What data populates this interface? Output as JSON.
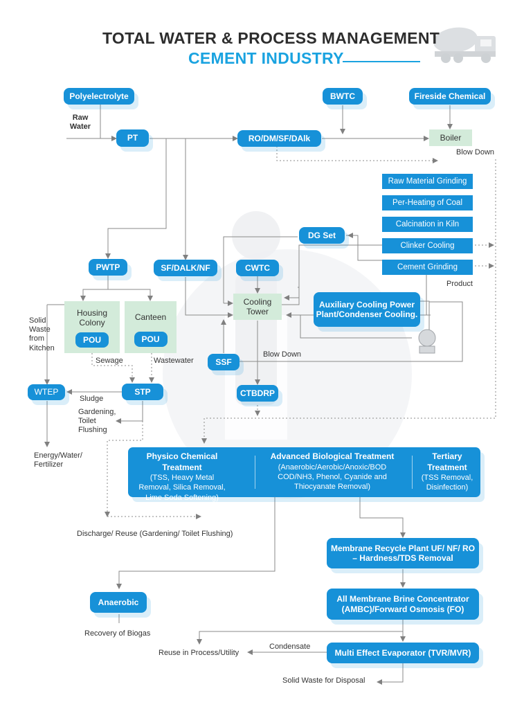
{
  "title": {
    "line1": "TOTAL WATER & PROCESS MANAGEMENT",
    "line2": "CEMENT INDUSTRY"
  },
  "nodes": {
    "polyelectrolyte": "Polyelectrolyte",
    "bwtc": "BWTC",
    "fireside_chemical": "Fireside Chemical",
    "pt": "PT",
    "ro_dm": "RO/DM/SF/DAlk",
    "boiler": "Boiler",
    "dg_set": "DG Set",
    "pwtp": "PWTP",
    "sf_dalk_nf": "SF/DALK/NF",
    "cwtc": "CWTC",
    "cooling_tower": "Cooling Tower",
    "auxiliary_cooling": "Auxiliary Cooling Power Plant/Condenser Cooling.",
    "housing_colony": "Housing Colony",
    "canteen": "Canteen",
    "pou": "POU",
    "ssf": "SSF",
    "wtep": "WTEP",
    "stp": "STP",
    "ctbdrp": "CTBDRP",
    "membrane_recycle": "Membrane Recycle Plant UF/ NF/ RO – Hardness/TDS Removal",
    "anaerobic": "Anaerobic",
    "ambc": "All Membrane Brine Concentrator (AMBC)/Forward Osmosis (FO)",
    "mee": "Multi Effect Evaporator (TVR/MVR)"
  },
  "process_steps": [
    "Raw Material Grinding",
    "Per-Heating of Coal",
    "Calcination in Kiln",
    "Clinker Cooling",
    "Cement Grinding"
  ],
  "treatment": {
    "physico_title": "Physico Chemical Treatment",
    "physico_detail": "(TSS, Heavy Metal Removal, Silica Removal, Lime Soda Softening)",
    "bio_title": "Advanced Biological Treatment",
    "bio_detail": "(Anaerobic/Aerobic/Anoxic/BOD COD/NH3, Phenol, Cyanide and Thiocyanate Removal)",
    "tertiary_title": "Tertiary Treatment",
    "tertiary_detail": "(TSS Removal, Disinfection)"
  },
  "labels": {
    "raw_water": "Raw Water",
    "blow_down_boiler": "Blow Down",
    "product": "Product",
    "solid_waste_kitchen": "Solid Waste from Kitchen",
    "sewage": "Sewage",
    "wastewater": "Wastewater",
    "blow_down_ct": "Blow Down",
    "sludge": "Sludge",
    "gardening": "Gardening, Toilet Flushing",
    "energy": "Energy/Water/ Fertilizer",
    "discharge": "Discharge/ Reuse (Gardening/ Toilet Flushing)",
    "biogas": "Recovery of Biogas",
    "condensate": "Condensate",
    "reuse": "Reuse in Process/Utility",
    "solid_waste_disposal": "Solid Waste for Disposal"
  },
  "colors": {
    "primary_blue": "#1791d8",
    "title_blue": "#1aa3e0",
    "title_dark": "#2d2d2d",
    "green_box": "#d3ebda",
    "line_gray": "#808080"
  }
}
